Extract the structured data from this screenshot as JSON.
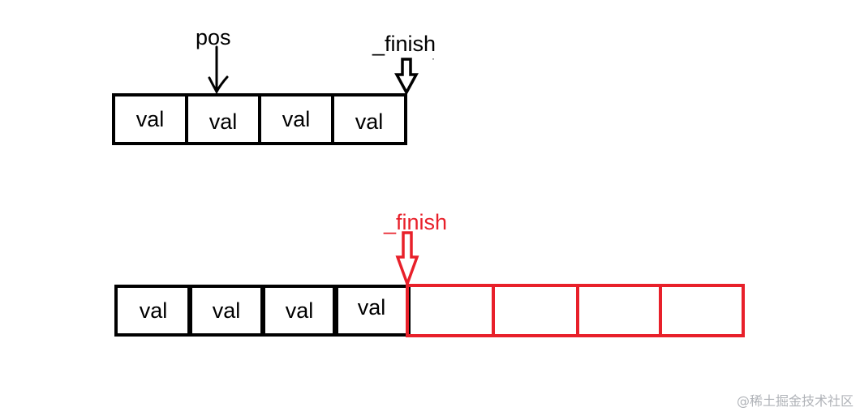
{
  "diagram": {
    "top": {
      "pos_label": "pos",
      "finish_label": "_finish",
      "cells": [
        "val",
        "val",
        "val",
        "val"
      ]
    },
    "bottom": {
      "finish_label": "_finish",
      "cells": [
        "val",
        "val",
        "val",
        "val",
        "",
        "",
        "",
        ""
      ]
    }
  },
  "colors": {
    "black": "#000000",
    "red": "#e8202a"
  },
  "watermark": "@稀土掘金技术社区"
}
